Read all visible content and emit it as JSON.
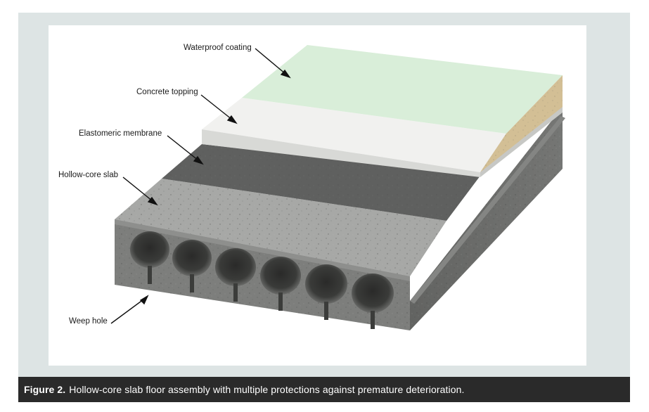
{
  "labels": {
    "waterproof_coating": "Waterproof coating",
    "concrete_topping": "Concrete topping",
    "elastomeric_membrane": "Elastomeric membrane",
    "hollow_core_slab": "Hollow-core slab",
    "weep_hole": "Weep hole"
  },
  "caption": {
    "figure_label": "Figure 2.",
    "text": "Hollow-core slab floor assembly with multiple protections against premature deterioration."
  },
  "colors": {
    "waterproof_coating": "#d9eed9",
    "concrete_topping": "#f1f1ef",
    "elastomeric_membrane": "#5f605f",
    "slab_top": "#a7a8a6",
    "slab_front": "#7d7e7c",
    "slab_side": "#6b6c6a",
    "frame_bg": "#dde4e4",
    "caption_bg": "#2a2a2a"
  }
}
